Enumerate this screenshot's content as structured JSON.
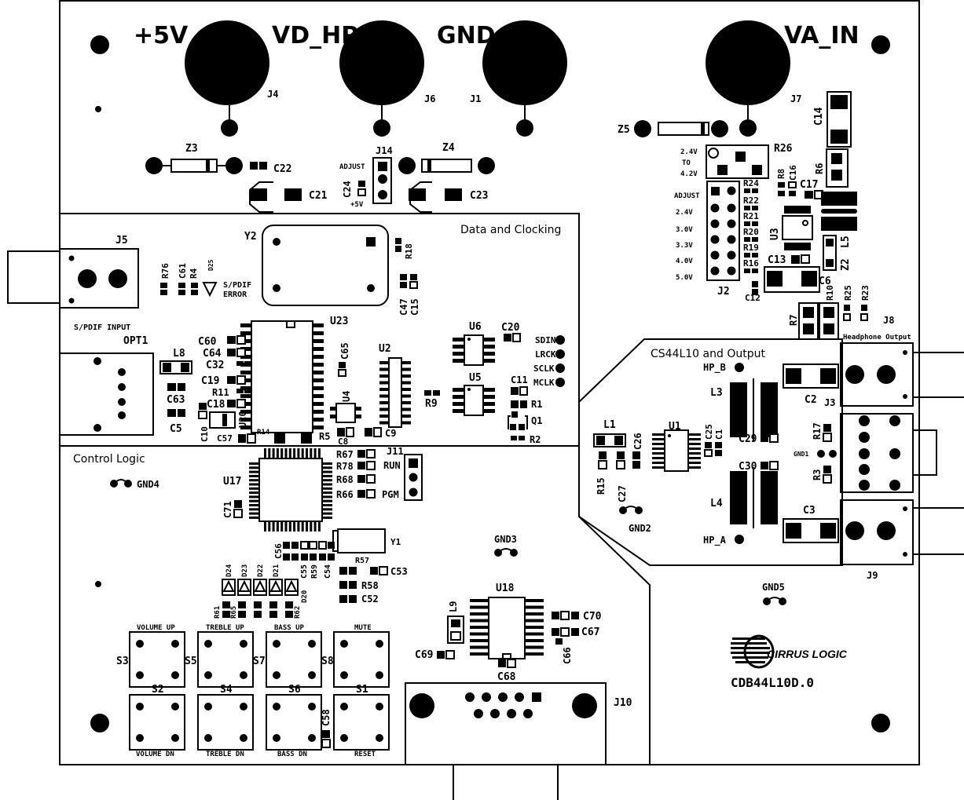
{
  "power_labels": {
    "p5v": "+5V",
    "vdhp": "VD_HP",
    "gnd": "GND",
    "vain": "VA_IN"
  },
  "connectors": {
    "j4": "J4",
    "j6": "J6",
    "j1": "J1",
    "j7": "J7",
    "j5": "J5",
    "j14": "J14",
    "j2": "J2",
    "j8": "J8",
    "j3": "J3",
    "j9": "J9",
    "j10": "J10",
    "j11": "J11"
  },
  "zeners": {
    "z3": "Z3",
    "z4": "Z4",
    "z5": "Z5",
    "z2": "Z2"
  },
  "caps": {
    "c22": "C22",
    "c21": "C21",
    "c23": "C23",
    "c24": "C24",
    "c14": "C14",
    "c16": "C16",
    "c17": "C17",
    "c13": "C13",
    "c6": "C6",
    "c12": "C12",
    "c61": "C61",
    "c47": "C47",
    "c15": "C15",
    "c60": "C60",
    "c64": "C64",
    "c32": "C32",
    "c65": "C65",
    "c19": "C19",
    "c18": "C18",
    "c10": "C10",
    "c57": "C57",
    "c63": "C63",
    "c5": "C5",
    "c8": "C8",
    "c9": "C9",
    "c20": "C20",
    "c11": "C11",
    "c25": "C25",
    "c1": "C1",
    "c26": "C26",
    "c27": "C27",
    "c29": "C29",
    "c30": "C30",
    "c2": "C2",
    "c3": "C3",
    "c71": "C71",
    "c56": "C56",
    "c55": "C55",
    "c54": "C54",
    "c53": "C53",
    "c52": "C52",
    "c70": "C70",
    "c67": "C67",
    "c66": "C66",
    "c69": "C69",
    "c68": "C68",
    "c58": "C58"
  },
  "resistors": {
    "r26": "R26",
    "r6": "R6",
    "r8": "R8",
    "r24": "R24",
    "r22": "R22",
    "r21": "R21",
    "r20": "R20",
    "r19": "R19",
    "r16": "R16",
    "r7": "R7",
    "r10": "R10",
    "r25": "R25",
    "r23": "R23",
    "r76": "R76",
    "r4": "R4",
    "r18": "R18",
    "r11": "R11",
    "r14": "R14",
    "r5": "R5",
    "r9": "R9",
    "r1": "R1",
    "r2": "R2",
    "r17": "R17",
    "r3": "R3",
    "r15": "R15",
    "r67": "R67",
    "r78": "R78",
    "r68": "R68",
    "r66": "R66",
    "r57": "R57",
    "r59": "R59",
    "r58": "R58",
    "r61": "R61",
    "r65": "R65",
    "r62": "R62"
  },
  "chips": {
    "u23": "U23",
    "u2": "U2",
    "u4": "U4",
    "u20": "U20",
    "u6": "U6",
    "u5": "U5",
    "u3": "U3",
    "u1": "U1",
    "u17": "U17",
    "u18": "U18",
    "y2": "Y2",
    "y1": "Y1",
    "q1": "Q1",
    "opt1": "OPT1",
    "l8": "L8",
    "l1": "L1",
    "l3": "L3",
    "l4": "L4",
    "l5": "L5",
    "l9": "L9"
  },
  "adjust": {
    "adjust_left": "ADJUST",
    "plus5v": "+5V",
    "r26_range_a": "2.4V",
    "r26_to": "TO",
    "r26_range_b": "4.2V",
    "adjust_j2": "ADJUST",
    "v24": "2.4V",
    "v30": "3.0V",
    "v33": "3.3V",
    "v40": "4.0V",
    "v50": "5.0V"
  },
  "sections": {
    "data_clocking": "Data and Clocking",
    "cs44l10": "CS44L10 and Output",
    "control": "Control Logic"
  },
  "signals": {
    "sdin": "SDIN",
    "lrck": "LRCK",
    "sclk": "SCLK",
    "mclk": "MCLK",
    "hp_b": "HP_B",
    "hp_a": "HP_A",
    "gnd1": "GND1",
    "gnd2": "GND2",
    "gnd3": "GND3",
    "gnd4": "GND4",
    "gnd5": "GND5",
    "run": "RUN",
    "pgm": "PGM"
  },
  "misc": {
    "spdif_input": "S/PDIF INPUT",
    "spdif_error_1": "S/PDIF",
    "spdif_error_2": "ERROR",
    "d25": "D25",
    "headphone_output": "Headphone Output"
  },
  "leds": [
    "D24",
    "D23",
    "D22",
    "D21",
    "D20"
  ],
  "switches": {
    "s3": "S3",
    "s5": "S5",
    "s7": "S7",
    "s8": "S8",
    "s2": "S2",
    "s4": "S4",
    "s6": "S6",
    "s1": "S1",
    "volume_up": "VOLUME UP",
    "treble_up": "TREBLE UP",
    "bass_up": "BASS UP",
    "mute": "MUTE",
    "volume_dn": "VOLUME DN",
    "treble_dn": "TREBLE DN",
    "bass_dn": "BASS DN",
    "reset": "RESET"
  },
  "brand": {
    "logo": "CIRRUS LOGIC",
    "board": "CDB44L10D.0"
  }
}
